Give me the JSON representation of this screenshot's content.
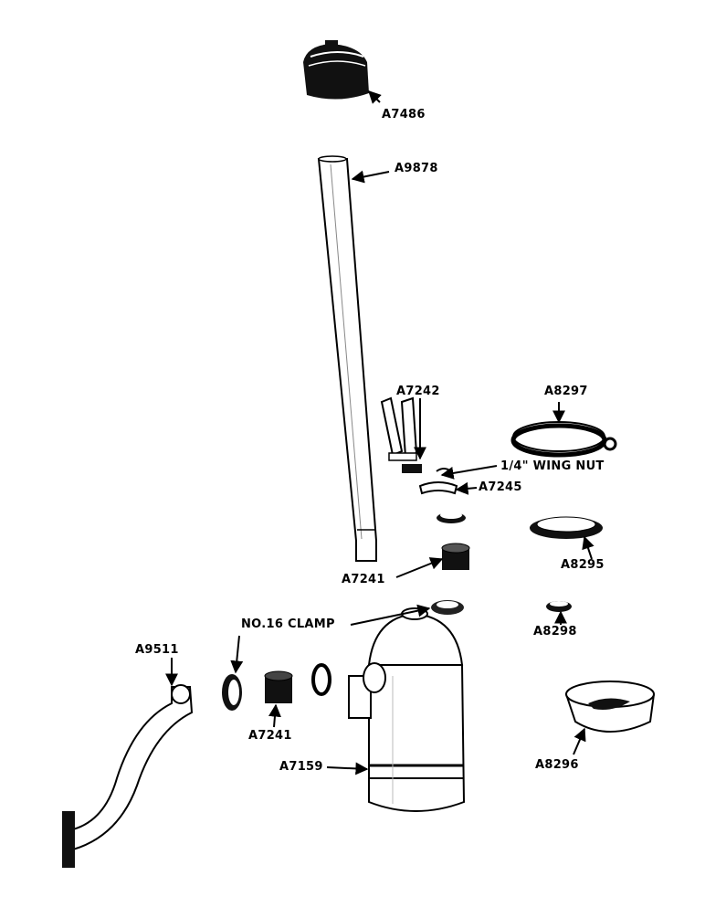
{
  "colors": {
    "ink": "#000000",
    "paper": "#ffffff"
  },
  "parts": {
    "cap": "A7486",
    "pipe": "A9878",
    "bracket": "A7242",
    "band_clamp": "A8297",
    "wing_nut": "1/4\" WING NUT",
    "clip": "A7245",
    "ring": "A8295",
    "hose_upper": "A7241",
    "clamp_no16": "NO.16 CLAMP",
    "small_ring": "A8298",
    "elbow": "A9511",
    "hose_lower": "A7241",
    "cleaner": "A7159",
    "cup": "A8296"
  }
}
